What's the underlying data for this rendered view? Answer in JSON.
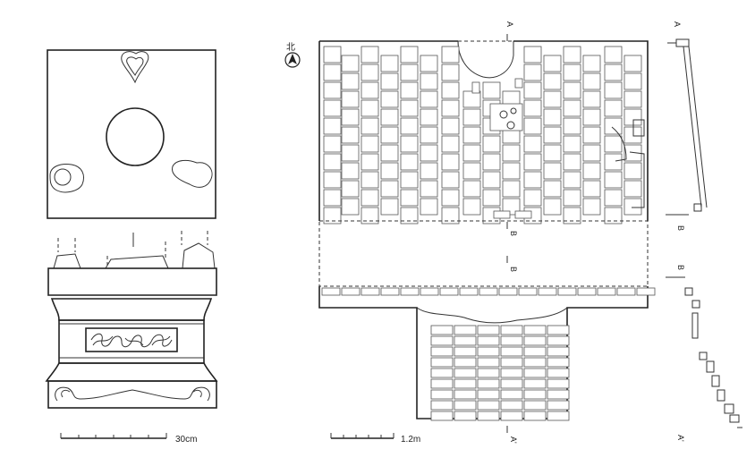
{
  "figure": {
    "north_label": "北",
    "north_symbol": "north-arrow-icon",
    "scale_left_label": "30cm",
    "scale_right_label": "1.2m",
    "section_labels": {
      "a_top": "A",
      "a_bottom": "A'",
      "b_upper": "B",
      "b_lower": "B",
      "profile_a": "A",
      "profile_b_upper": "B",
      "profile_b_lower": "B",
      "profile_a_prime": "A'"
    }
  }
}
